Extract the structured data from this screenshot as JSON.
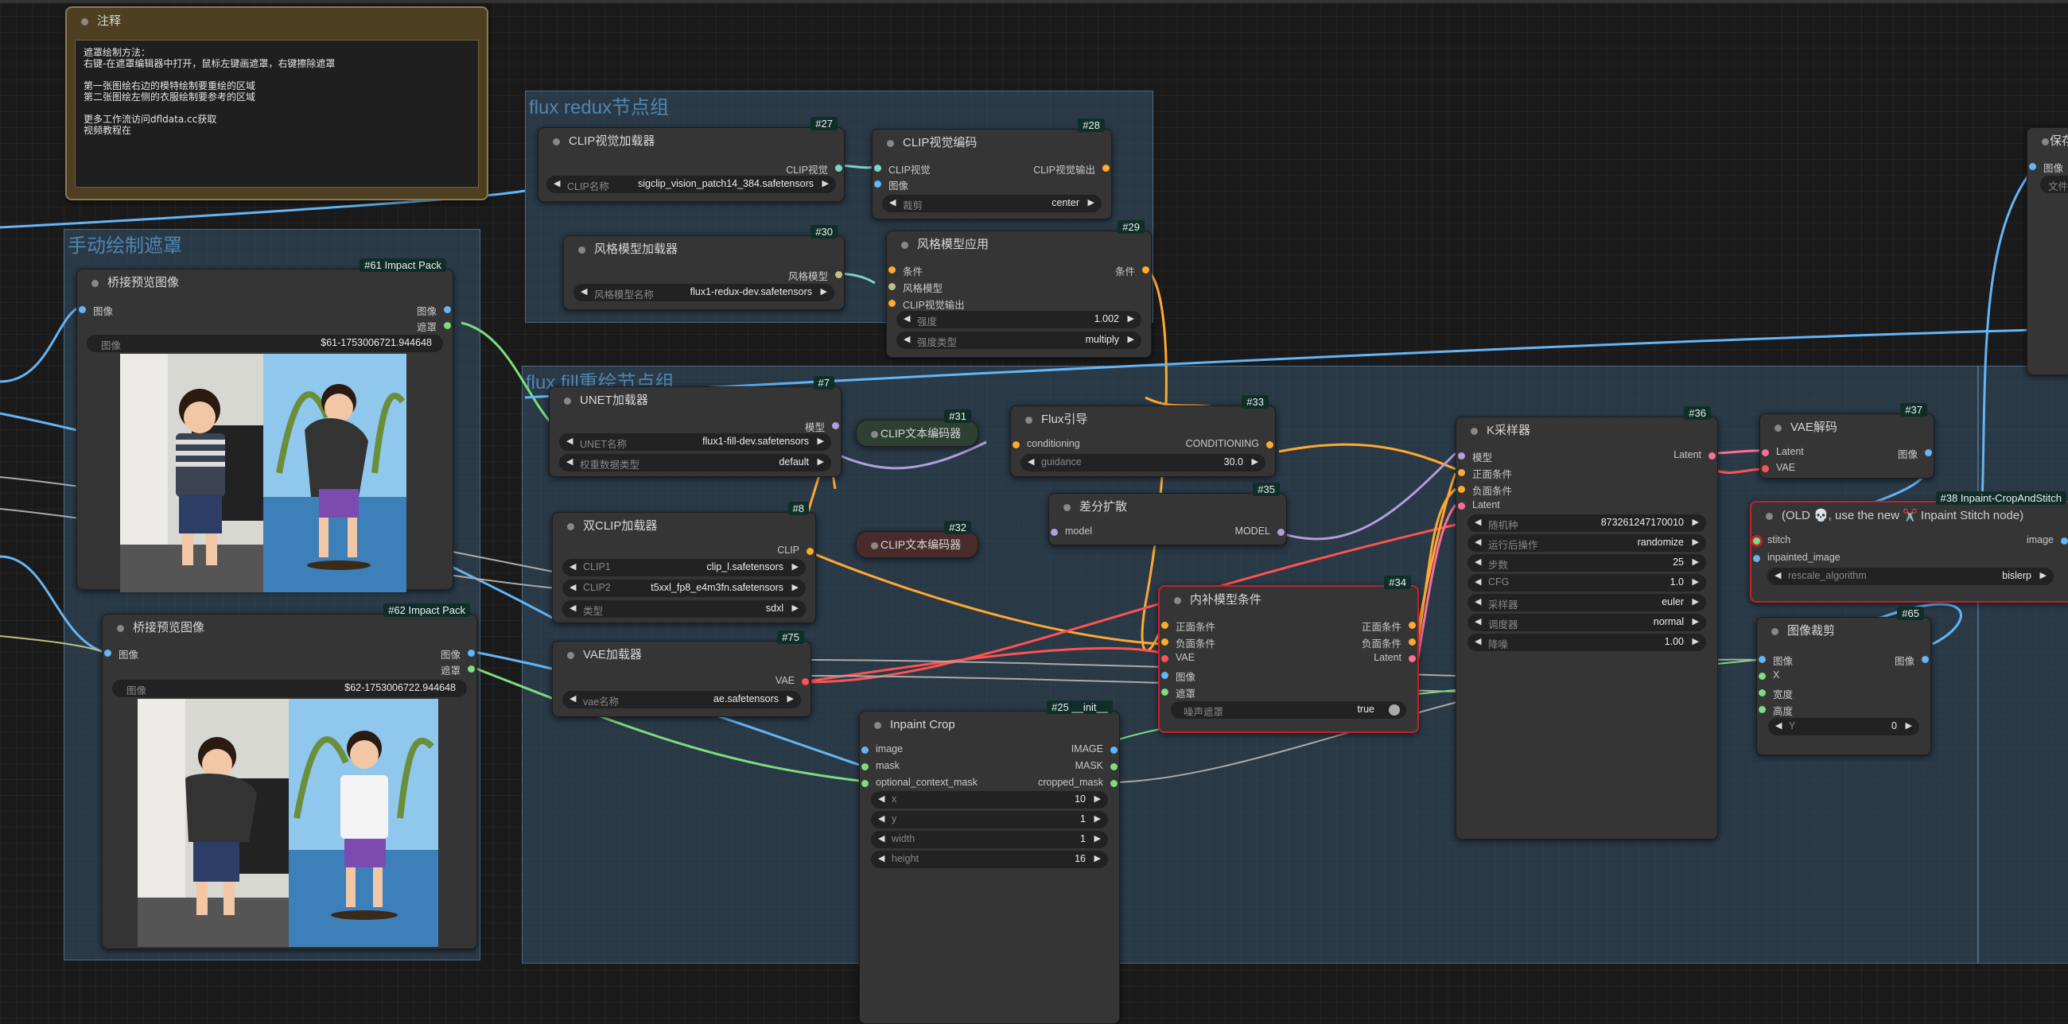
{
  "colors": {
    "blue": "#64b5f6",
    "green": "#7fdc7f",
    "orange": "#ffa931",
    "purple": "#b39ddb",
    "pink": "#ff6e96",
    "red": "#ff5252"
  },
  "groups": {
    "redux": "flux redux节点组",
    "mask": "手动绘制遮罩",
    "fill": "flux fill重绘节点组"
  },
  "note": {
    "title": "注释",
    "text": "遮罩绘制方法：\n右键-在遮罩编辑器中打开，鼠标左键画遮罩，右键擦除遮罩\n\n第一张图绘右边的模特绘制要重绘的区域\n第二张图绘左侧的衣服绘制要参考的区域\n\n更多工作流访问dfldata.cc获取\n视频教程在"
  },
  "n27": {
    "id": "#27",
    "title": "CLIP视觉加载器",
    "out": "CLIP视觉",
    "w_label": "CLIP名称",
    "w_value": "sigclip_vision_patch14_384.safetensors"
  },
  "n28": {
    "id": "#28",
    "title": "CLIP视觉编码",
    "in1": "CLIP视觉",
    "in2": "图像",
    "out": "CLIP视觉输出",
    "w_label": "裁剪",
    "w_value": "center"
  },
  "n30": {
    "id": "#30",
    "title": "风格模型加载器",
    "out": "风格模型",
    "w_label": "风格模型名称",
    "w_value": "flux1-redux-dev.safetensors"
  },
  "n29": {
    "id": "#29",
    "title": "风格模型应用",
    "in1": "条件",
    "in2": "风格模型",
    "in3": "CLIP视觉输出",
    "out": "条件",
    "w1_label": "强度",
    "w1_value": "1.002",
    "w2_label": "强度类型",
    "w2_value": "multiply"
  },
  "n61": {
    "id": "#61",
    "tag": "Impact Pack",
    "title": "桥接预览图像",
    "in": "图像",
    "out1": "图像",
    "out2": "遮罩",
    "w_label": "图像",
    "w_value": "$61-1753006721.944648"
  },
  "n62": {
    "id": "#62",
    "tag": "Impact Pack",
    "title": "桥接预览图像",
    "in": "图像",
    "out1": "图像",
    "out2": "遮罩",
    "w_label": "图像",
    "w_value": "$62-1753006722.944648"
  },
  "n7": {
    "id": "#7",
    "title": "UNET加载器",
    "out": "模型",
    "w1_label": "UNET名称",
    "w1_value": "flux1-fill-dev.safetensors",
    "w2_label": "权重数据类型",
    "w2_value": "default"
  },
  "n31": {
    "id": "#31",
    "title": "CLIP文本编码器"
  },
  "n32": {
    "id": "#32",
    "title": "CLIP文本编码器"
  },
  "n33": {
    "id": "#33",
    "title": "Flux引导",
    "in": "conditioning",
    "out": "CONDITIONING",
    "w_label": "guidance",
    "w_value": "30.0"
  },
  "n35": {
    "id": "#35",
    "title": "差分扩散",
    "in": "model",
    "out": "MODEL"
  },
  "n8": {
    "id": "#8",
    "title": "双CLIP加载器",
    "out": "CLIP",
    "w1_label": "CLIP1",
    "w1_value": "clip_l.safetensors",
    "w2_label": "CLIP2",
    "w2_value": "t5xxl_fp8_e4m3fn.safetensors",
    "w3_label": "类型",
    "w3_value": "sdxl"
  },
  "n75": {
    "id": "#75",
    "title": "VAE加载器",
    "out": "VAE",
    "w_label": "vae名称",
    "w_value": "ae.safetensors"
  },
  "n25": {
    "id": "#25",
    "tag": "__init__",
    "title": "Inpaint Crop",
    "in1": "image",
    "in2": "mask",
    "in3": "optional_context_mask",
    "out1": "IMAGE",
    "out2": "MASK",
    "out3": "cropped_mask",
    "widgets": [
      {
        "label": "x",
        "value": "10"
      },
      {
        "label": "y",
        "value": "1"
      },
      {
        "label": "width",
        "value": "1"
      },
      {
        "label": "height",
        "value": "16"
      }
    ]
  },
  "n34": {
    "id": "#34",
    "title": "内补模型条件",
    "in1": "正面条件",
    "in2": "负面条件",
    "in3": "VAE",
    "in4": "图像",
    "in5": "遮罩",
    "out1": "正面条件",
    "out2": "负面条件",
    "out3": "Latent",
    "w_label": "噪声遮罩",
    "w_value": "true"
  },
  "n36": {
    "id": "#36",
    "title": "K采样器",
    "in1": "模型",
    "in2": "正面条件",
    "in3": "负面条件",
    "in4": "Latent",
    "out": "Latent",
    "widgets": [
      {
        "label": "随机种",
        "value": "873261247170010"
      },
      {
        "label": "运行后操作",
        "value": "randomize"
      },
      {
        "label": "步数",
        "value": "25"
      },
      {
        "label": "CFG",
        "value": "1.0"
      },
      {
        "label": "采样器",
        "value": "euler"
      },
      {
        "label": "调度器",
        "value": "normal"
      },
      {
        "label": "降噪",
        "value": "1.00"
      }
    ]
  },
  "n37": {
    "id": "#37",
    "title": "VAE解码",
    "in1": "Latent",
    "in2": "VAE",
    "out": "图像"
  },
  "n38": {
    "id": "#38 Inpaint-CropAndStitch",
    "title": "(OLD 💀, use the new ✂️ Inpaint Stitch node)",
    "in1": "stitch",
    "in2": "inpainted_image",
    "out": "image",
    "w_label": "rescale_algorithm",
    "w_value": "bislerp"
  },
  "n65": {
    "id": "#65",
    "title": "图像裁剪",
    "in1": "图像",
    "in2": "X",
    "in3": "宽度",
    "in4": "高度",
    "out": "图像",
    "w_label": "Y",
    "w_value": "0"
  },
  "save": {
    "title": "保存",
    "in": "图像",
    "w_label": "文件"
  }
}
